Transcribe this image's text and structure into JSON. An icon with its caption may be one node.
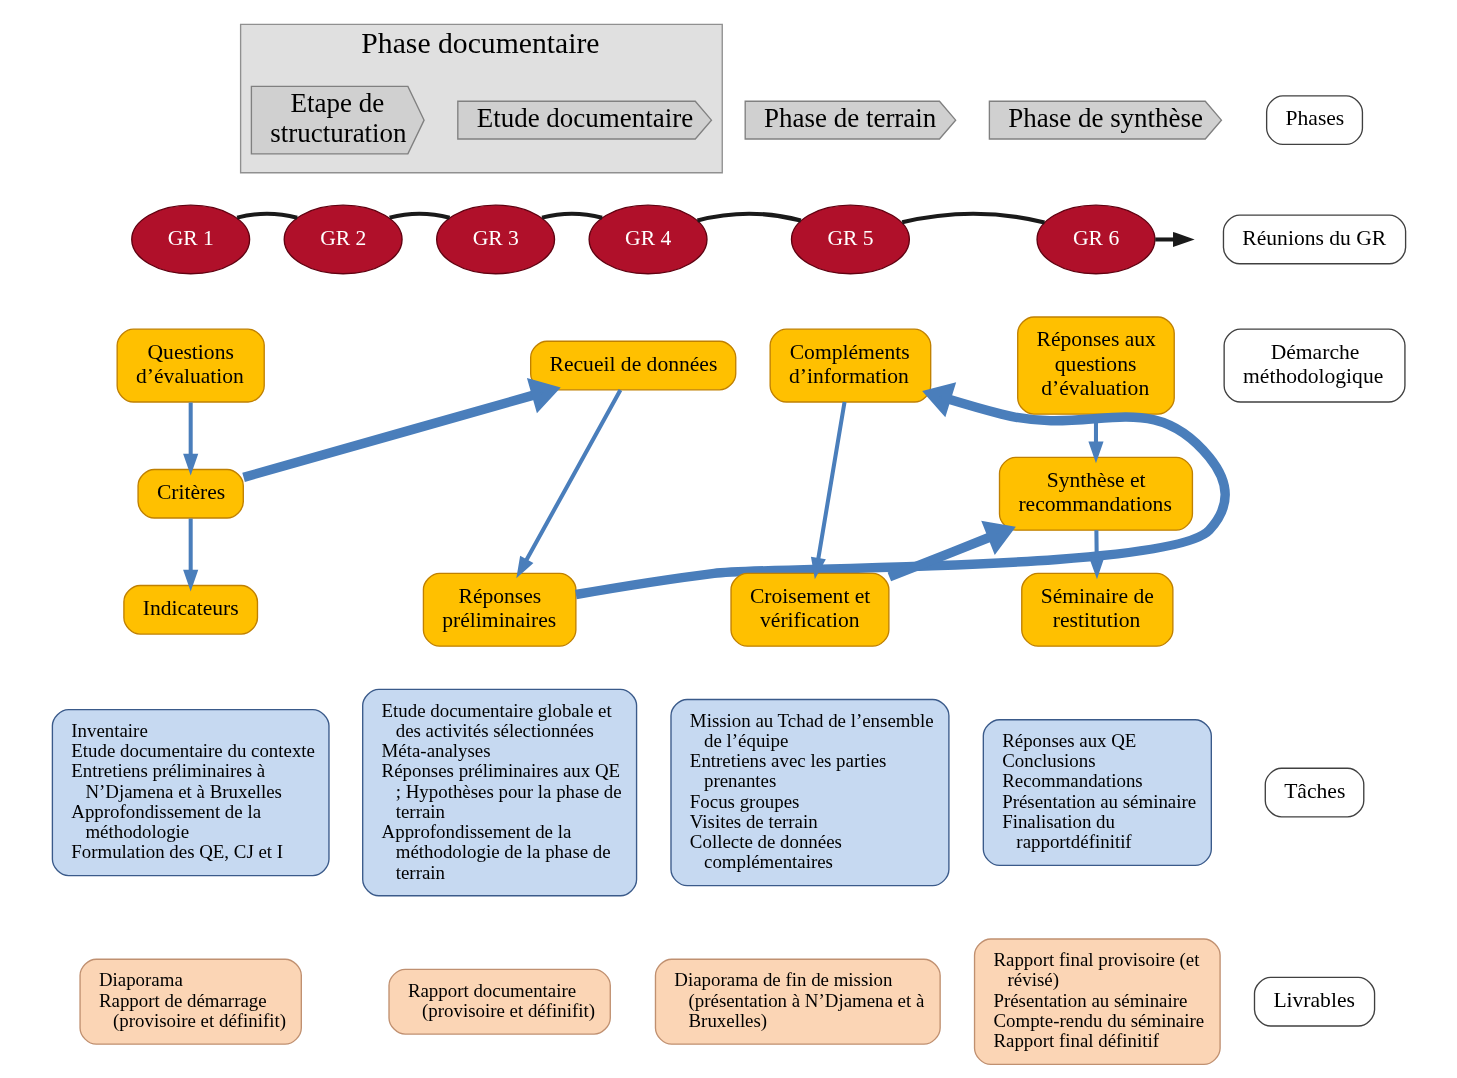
{
  "diagram": {
    "nodes": [
      {
        "text": [
          "Phase documentaire"
        ]
      },
      {
        "text": [
          "Etape de structuration"
        ],
        "in": 0
      },
      {
        "text": [
          "Etude documentaire"
        ],
        "in": 0
      },
      {
        "text": [
          "Phase de terrain"
        ]
      },
      {
        "text": [
          "Phase de synthèse"
        ]
      },
      {
        "text": [
          "Phases"
        ]
      },
      {
        "text": [
          "GR 1"
        ]
      },
      {
        "text": [
          "GR 2"
        ]
      },
      {
        "text": [
          "GR 3"
        ]
      },
      {
        "text": [
          "GR 4"
        ]
      },
      {
        "text": [
          "GR 5"
        ]
      },
      {
        "text": [
          "GR 6"
        ]
      },
      {
        "text": [
          "Réunions du GR"
        ]
      },
      {
        "text": [
          "Questions d’évaluation"
        ]
      },
      {
        "text": [
          "Critères"
        ]
      },
      {
        "text": [
          "Indicateurs"
        ]
      },
      {
        "text": [
          "Recueil de données"
        ]
      },
      {
        "text": [
          "Réponses préliminaires"
        ]
      },
      {
        "text": [
          "Compléments d’information"
        ]
      },
      {
        "text": [
          "Croisement et vérification"
        ]
      },
      {
        "text": [
          "Réponses aux questions d’évaluation"
        ]
      },
      {
        "text": [
          "Synthèse et recommandations"
        ]
      },
      {
        "text": [
          "Séminaire de restitution"
        ]
      },
      {
        "text": [
          "Démarche méthodologique"
        ]
      },
      {
        "text": [
          "Inventaire",
          "Etude documentaire du contexte",
          "Entretiens préliminaires à N’Djamena et à Bruxelles",
          "Approfondissement de la méthodologie",
          "Formulation des QE, CJ et I"
        ]
      },
      {
        "text": [
          "Etude documentaire globale et des activités sélectionnées",
          "Méta-analyses",
          "Réponses préliminaires aux QE ; Hypothèses pour la phase de terrain",
          "Approfondissement de la méthodologie de la phase de terrain"
        ]
      },
      {
        "text": [
          "Mission au Tchad de l’ensemble de l’équipe",
          "Entretiens avec les parties prenantes",
          "Focus groupes",
          "Visites de terrain",
          "Collecte de données complémentaires"
        ]
      },
      {
        "text": [
          "Réponses aux QE",
          "Conclusions",
          "Recommandations",
          "Présentation au séminaire",
          "Finalisation du rapportdéfinitif"
        ]
      },
      {
        "text": [
          "Tâches"
        ]
      },
      {
        "text": [
          "Diaporama",
          "Rapport de démarrage (provisoire et définifit)"
        ]
      },
      {
        "text": [
          "Rapport documentaire (provisoire et définifit)"
        ]
      },
      {
        "text": [
          "Diaporama de fin de mission (présentation à N’Djamena et à Bruxelles)"
        ]
      },
      {
        "text": [
          "Rapport final provisoire (et révisé)",
          "Présentation au séminaire",
          "Compte-rendu du séminaire",
          "Rapport final définitif"
        ]
      },
      {
        "text": [
          "Livrables"
        ]
      }
    ],
    "edges": [
      {
        "from": 6,
        "to": 7,
        "arrow": "none",
        "color": "#1a1a1a"
      },
      {
        "from": 7,
        "to": 8,
        "arrow": "none",
        "color": "#1a1a1a"
      },
      {
        "from": 8,
        "to": 9,
        "arrow": "none",
        "color": "#1a1a1a"
      },
      {
        "from": 9,
        "to": 10,
        "arrow": "none",
        "color": "#1a1a1a"
      },
      {
        "from": 10,
        "to": 11,
        "arrow": "none",
        "color": "#1a1a1a"
      },
      {
        "from": 11,
        "to": null,
        "arrow": "to",
        "color": "#1a1a1a"
      },
      {
        "from": 13,
        "to": 14,
        "arrow": "to"
      },
      {
        "from": 14,
        "to": 15,
        "arrow": "to"
      },
      {
        "from": 16,
        "to": 17,
        "arrow": "to"
      },
      {
        "from": 18,
        "to": 19,
        "arrow": "to"
      },
      {
        "from": 20,
        "to": 21,
        "arrow": "to"
      },
      {
        "from": 21,
        "to": 22,
        "arrow": "to"
      },
      {
        "from": 14,
        "to": 16,
        "arrow": "to",
        "style": "thick"
      },
      {
        "from": 17,
        "to": 18,
        "arrow": "to",
        "style": "thick"
      },
      {
        "from": 19,
        "to": 21,
        "arrow": "to",
        "style": "thick"
      }
    ]
  }
}
